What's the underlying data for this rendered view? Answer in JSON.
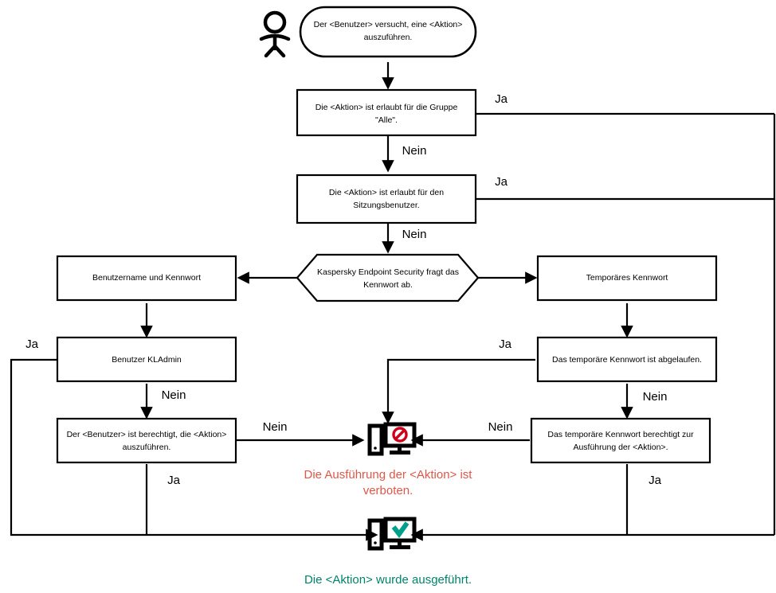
{
  "diagram": {
    "title": "Kaspersky Endpoint Security Kennwortschutz Ablaufdiagramm",
    "language": "de",
    "colors": {
      "line": "#000000",
      "node_fill": "#ffffff",
      "deny_red": "#d0021b",
      "deny_caption": "#e0564a",
      "allow_teal": "#00a08a",
      "allow_caption": "#00836b"
    },
    "nodes": {
      "actor": {
        "name": "user-actor-icon",
        "label": ""
      },
      "start": {
        "shape": "terminator",
        "text": "Der <Benutzer> versucht, eine <Aktion> auszuführen."
      },
      "group_all": {
        "shape": "process",
        "text": "Die <Aktion> ist erlaubt für die Gruppe \"Alle\"."
      },
      "session_user": {
        "shape": "process",
        "text": "Die <Aktion> ist erlaubt für den Sitzungsbenutzer."
      },
      "kes_prompt": {
        "shape": "hexagon",
        "text": "Kaspersky Endpoint Security fragt das Kennwort ab."
      },
      "user_password": {
        "shape": "process",
        "text": "Benutzername und Kennwort"
      },
      "temp_password": {
        "shape": "process",
        "text": "Temporäres Kennwort"
      },
      "kladmin": {
        "shape": "process",
        "text": "Benutzer KLAdmin"
      },
      "temp_expired": {
        "shape": "process",
        "text": "Das temporäre Kennwort ist abgelaufen."
      },
      "user_permitted": {
        "shape": "process",
        "text": "Der <Benutzer> ist berechtigt, die <Aktion> auszuführen."
      },
      "temp_permits": {
        "shape": "process",
        "text": "Das temporäre Kennwort berechtigt zur Ausführung der <Aktion>."
      },
      "denied_icon": {
        "shape": "icon",
        "name": "computer-denied-icon"
      },
      "allowed_icon": {
        "shape": "icon",
        "name": "computer-allowed-icon"
      }
    },
    "edge_labels": {
      "group_all_yes": "Ja",
      "group_all_no": "Nein",
      "session_user_yes": "Ja",
      "session_user_no": "Nein",
      "kladmin_yes": "Ja",
      "kladmin_no": "Nein",
      "user_permitted_no": "Nein",
      "user_permitted_yes": "Ja",
      "temp_expired_yes": "Ja",
      "temp_expired_no": "Nein",
      "temp_permits_no": "Nein",
      "temp_permits_yes": "Ja"
    },
    "captions": {
      "denied": "Die Ausführung der <Aktion> ist verboten.",
      "allowed": "Die <Aktion> wurde ausgeführt."
    }
  }
}
